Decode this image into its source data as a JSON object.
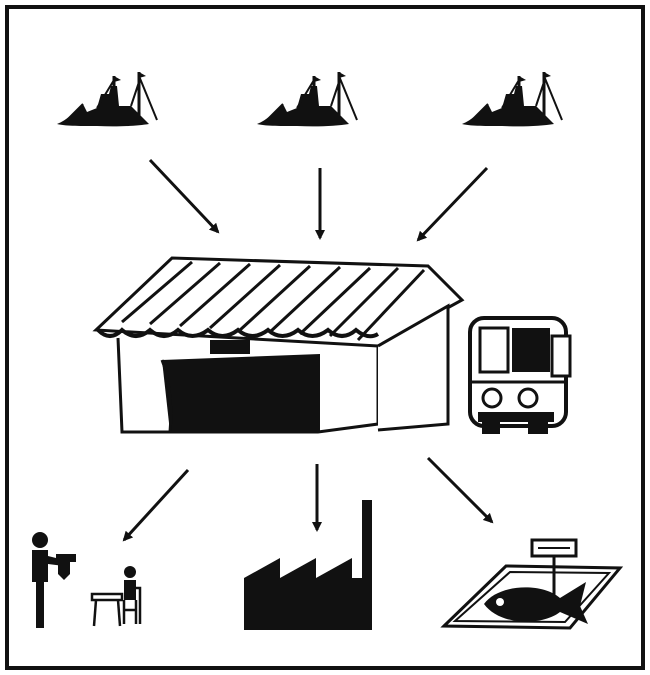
{
  "diagram": {
    "nodes": [
      {
        "id": "boat-1",
        "icon": "fishing-boat-icon"
      },
      {
        "id": "boat-2",
        "icon": "fishing-boat-icon"
      },
      {
        "id": "boat-3",
        "icon": "fishing-boat-icon"
      },
      {
        "id": "market",
        "icon": "fish-market-shed-icon"
      },
      {
        "id": "truck",
        "icon": "delivery-truck-icon"
      },
      {
        "id": "restaurant",
        "icon": "restaurant-waiter-icon"
      },
      {
        "id": "factory",
        "icon": "factory-icon"
      },
      {
        "id": "fish-stall",
        "icon": "fish-stall-icon"
      }
    ],
    "edges": [
      {
        "from": "boat-1",
        "to": "market"
      },
      {
        "from": "boat-2",
        "to": "market"
      },
      {
        "from": "boat-3",
        "to": "market"
      },
      {
        "from": "market",
        "to": "restaurant"
      },
      {
        "from": "market",
        "to": "factory"
      },
      {
        "from": "market",
        "to": "fish-stall"
      }
    ],
    "colors": {
      "ink": "#111111",
      "paper": "#ffffff"
    }
  }
}
